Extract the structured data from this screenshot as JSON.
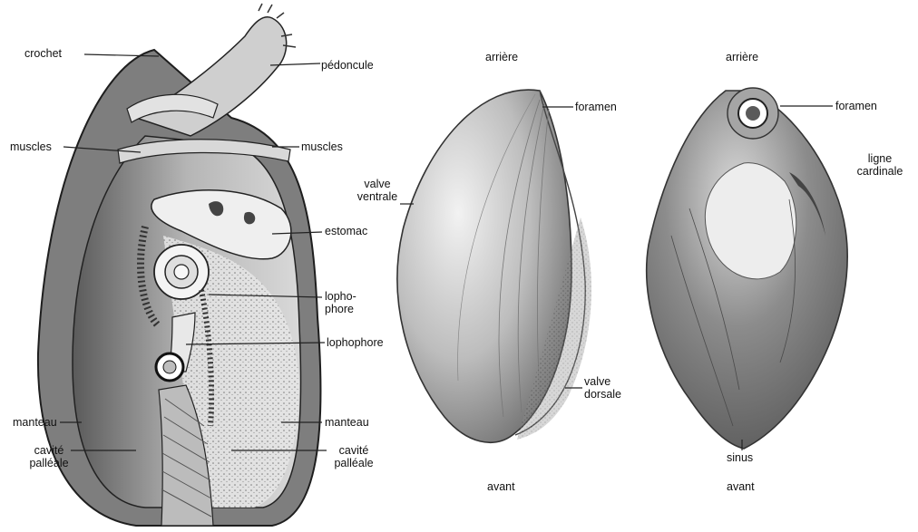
{
  "left_figure": {
    "labels": {
      "crochet": "crochet",
      "pedoncule": "pédoncule",
      "muscles_left": "muscles",
      "muscles_right": "muscles",
      "estomac": "estomac",
      "lophophore_split": "lopho-\nphore",
      "lophophore": "lophophore",
      "manteau_left": "manteau",
      "manteau_right": "manteau",
      "cavite_left": "cavité\npalléale",
      "cavite_right": "cavité\npalléale"
    }
  },
  "middle_figure": {
    "labels": {
      "arriere": "arrière",
      "foramen": "foramen",
      "valve_ventrale": "valve\nventrale",
      "valve_dorsale": "valve\ndorsale",
      "avant": "avant"
    }
  },
  "right_figure": {
    "labels": {
      "arriere": "arrière",
      "foramen": "foramen",
      "ligne_cardinale": "ligne\ncardinale",
      "sinus": "sinus",
      "avant": "avant"
    }
  }
}
